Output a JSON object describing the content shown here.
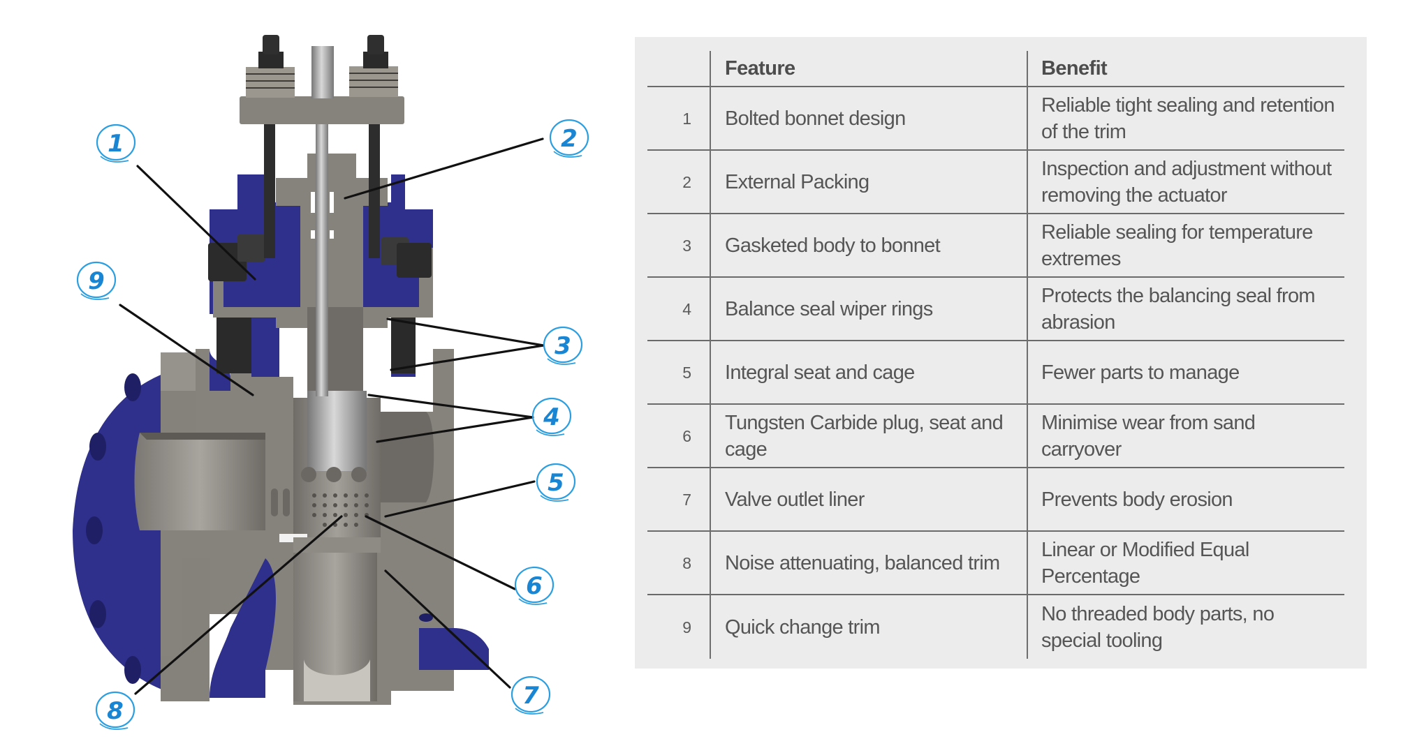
{
  "table": {
    "headers": {
      "number": "",
      "feature": "Feature",
      "benefit": "Benefit"
    },
    "rows": [
      {
        "number": "1",
        "feature": "Bolted bonnet design",
        "benefit": "Reliable tight sealing and retention of the trim"
      },
      {
        "number": "2",
        "feature": "External Packing",
        "benefit": "Inspection and adjustment without removing the actuator"
      },
      {
        "number": "3",
        "feature": "Gasketed body to bonnet",
        "benefit": "Reliable sealing for temperature extremes"
      },
      {
        "number": "4",
        "feature": "Balance seal wiper rings",
        "benefit": "Protects the balancing seal from abrasion"
      },
      {
        "number": "5",
        "feature": "Integral seat and cage",
        "benefit": "Fewer parts to manage"
      },
      {
        "number": "6",
        "feature": "Tungsten Carbide plug, seat and cage",
        "benefit": "Minimise wear from sand carryover"
      },
      {
        "number": "7",
        "feature": "Valve outlet liner",
        "benefit": "Prevents body erosion"
      },
      {
        "number": "8",
        "feature": "Noise attenuating, balanced trim",
        "benefit": "Linear or Modified Equal Percentage"
      },
      {
        "number": "9",
        "feature": "Quick change trim",
        "benefit": "No threaded body parts, no special tooling"
      }
    ]
  },
  "diagram": {
    "subject": "Angle control valve cutaway",
    "callouts": [
      "1",
      "2",
      "3",
      "4",
      "5",
      "6",
      "7",
      "8",
      "9"
    ]
  },
  "colors": {
    "callout_blue": "#2a9ee0",
    "body_blue": "#2f2f8c",
    "steel_gray": "#86827c",
    "panel_bg": "#ececec",
    "text": "#555555"
  }
}
